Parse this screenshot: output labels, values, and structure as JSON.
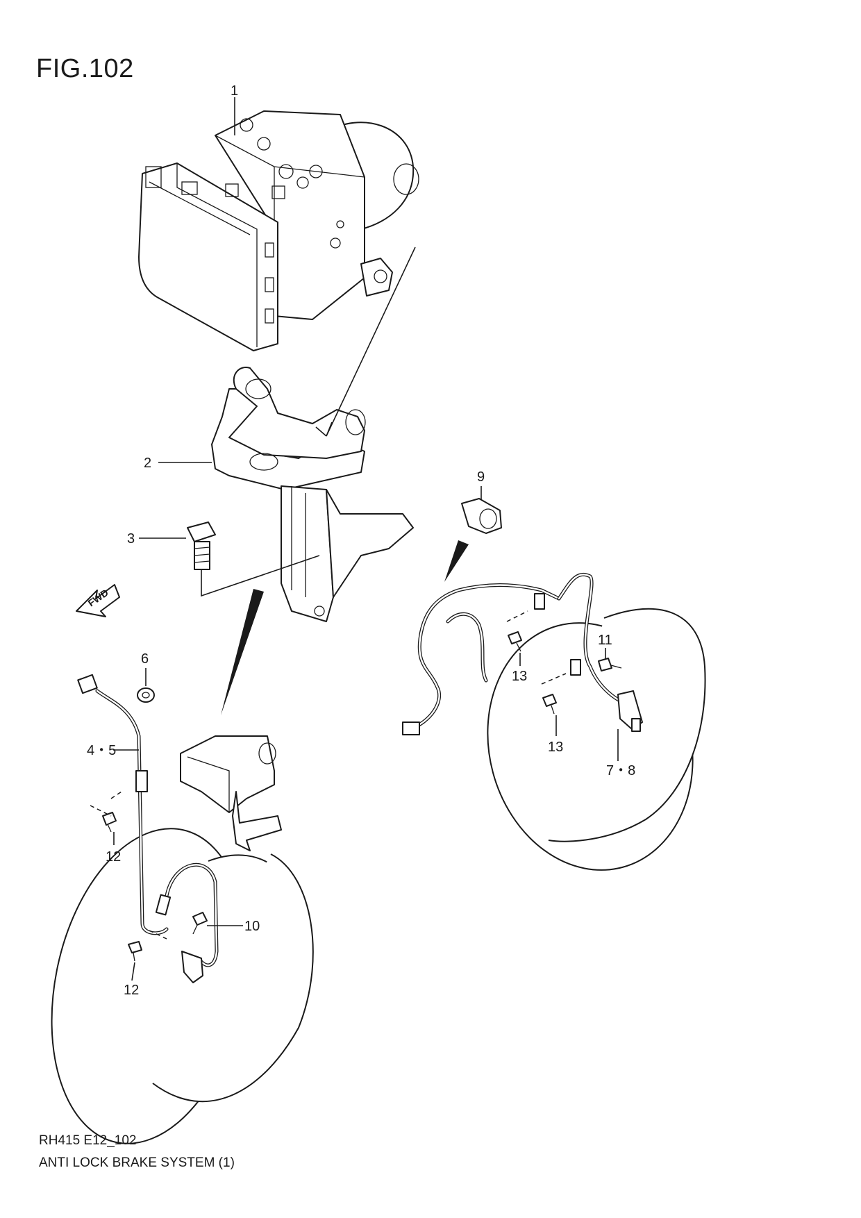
{
  "figure": {
    "title": "FIG.102"
  },
  "footer": {
    "code": "RH415 E12_102",
    "name": "ANTI LOCK BRAKE SYSTEM (1)"
  },
  "fwd_label": "FWD",
  "callouts": [
    {
      "id": "c1",
      "label": "1"
    },
    {
      "id": "c2",
      "label": "2"
    },
    {
      "id": "c3",
      "label": "3"
    },
    {
      "id": "c45",
      "label": "4・5"
    },
    {
      "id": "c6",
      "label": "6"
    },
    {
      "id": "c78",
      "label": "7・8"
    },
    {
      "id": "c9",
      "label": "9"
    },
    {
      "id": "c10",
      "label": "10"
    },
    {
      "id": "c11",
      "label": "11"
    },
    {
      "id": "c12a",
      "label": "12"
    },
    {
      "id": "c12b",
      "label": "12"
    },
    {
      "id": "c13a",
      "label": "13"
    },
    {
      "id": "c13b",
      "label": "13"
    }
  ]
}
